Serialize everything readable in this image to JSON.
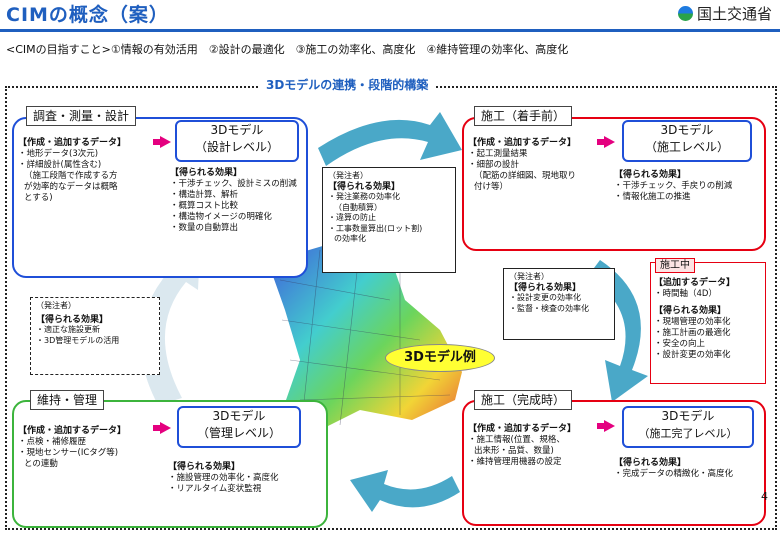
{
  "header": {
    "title": "CIMの概念（案）",
    "ministry": "国土交通省",
    "ministry_icon": "mlit-logo-icon"
  },
  "goals": "<CIMの目指すこと>①情報の有効活用　②設計の最適化　③施工の効率化、高度化　④維持管理の効率化、高度化",
  "section_title": "3Dモデルの連携・段階的構築",
  "design": {
    "tab": "調査・測量・設計",
    "data_title": "【作成・追加するデータ】",
    "data_items": [
      "・地形データ(3次元)",
      "・詳細設計(属性含む)",
      "（施工段階で作成する方",
      "が効率的なデータは概略",
      "とする)"
    ],
    "model": [
      "3Dモデル",
      "（設計レベル）"
    ],
    "effects_title": "【得られる効果】",
    "effects": [
      "・干渉チェック、設計ミスの削減",
      "・構造計算、解析",
      "・概算コスト比較",
      "・構造物イメージの明確化",
      "・数量の自動算出"
    ]
  },
  "construction_pre": {
    "tab": "施工（着手前）",
    "data_title": "【作成・追加するデータ】",
    "data_items": [
      "・起工測量結果",
      "・細部の設計",
      "（配筋の詳細図、現地取り",
      "付け等）"
    ],
    "model": [
      "3Dモデル",
      "（施工レベル）"
    ],
    "effects_title": "【得られる効果】",
    "effects": [
      "・干渉チェック、手戻りの削減",
      "・情報化施工の推進"
    ]
  },
  "maintenance": {
    "tab": "維持・管理",
    "data_title": "【作成・追加するデータ】",
    "data_items": [
      "・点検・補修履歴",
      "・現地センサー(ICタグ等)",
      "との連動"
    ],
    "model": [
      "3Dモデル",
      "（管理レベル）"
    ],
    "effects_title": "【得られる効果】",
    "effects": [
      "・施設管理の効率化・高度化",
      "・リアルタイム変状監視"
    ]
  },
  "construction_done": {
    "tab": "施工（完成時）",
    "data_title": "【作成・追加するデータ】",
    "data_items": [
      "・施工情報(位置、規格、",
      "出来形・品質、数量)",
      "・維持管理用機器の設定"
    ],
    "model": [
      "3Dモデル",
      "（施工完了レベル）"
    ],
    "effects_title": "【得られる効果】",
    "effects": [
      "・完成データの精緻化・高度化"
    ]
  },
  "owner_top": {
    "who": "（発注者）",
    "title": "【得られる効果】",
    "items": [
      "・発注業務の効率化",
      "（自動積算）",
      "・違算の防止",
      "・工事数量算出(ロット割)",
      "の効率化"
    ]
  },
  "owner_right": {
    "who": "（発注者）",
    "title": "【得られる効果】",
    "items": [
      "・設計変更の効率化",
      "・監督・検査の効率化"
    ]
  },
  "owner_left": {
    "who": "（発注者）",
    "title": "【得られる効果】",
    "items": [
      "・適正な施設更新",
      "・3D管理モデルの活用"
    ]
  },
  "during": {
    "tab": "施工中",
    "data_title": "【追加するデータ】",
    "data_items": [
      "・時間軸（4D）"
    ],
    "effects_title": "【得られる効果】",
    "effects": [
      "・現場管理の効率化",
      "・施工計画の最適化",
      "・安全の向上",
      "・設計変更の効率化"
    ]
  },
  "callout": "3Dモデル例",
  "page_number": "4",
  "colors": {
    "blue": "#1f4fd8",
    "red": "#e60012",
    "green": "#3cb43c",
    "magenta": "#e4007f",
    "cyan": "#4aa8c8"
  }
}
